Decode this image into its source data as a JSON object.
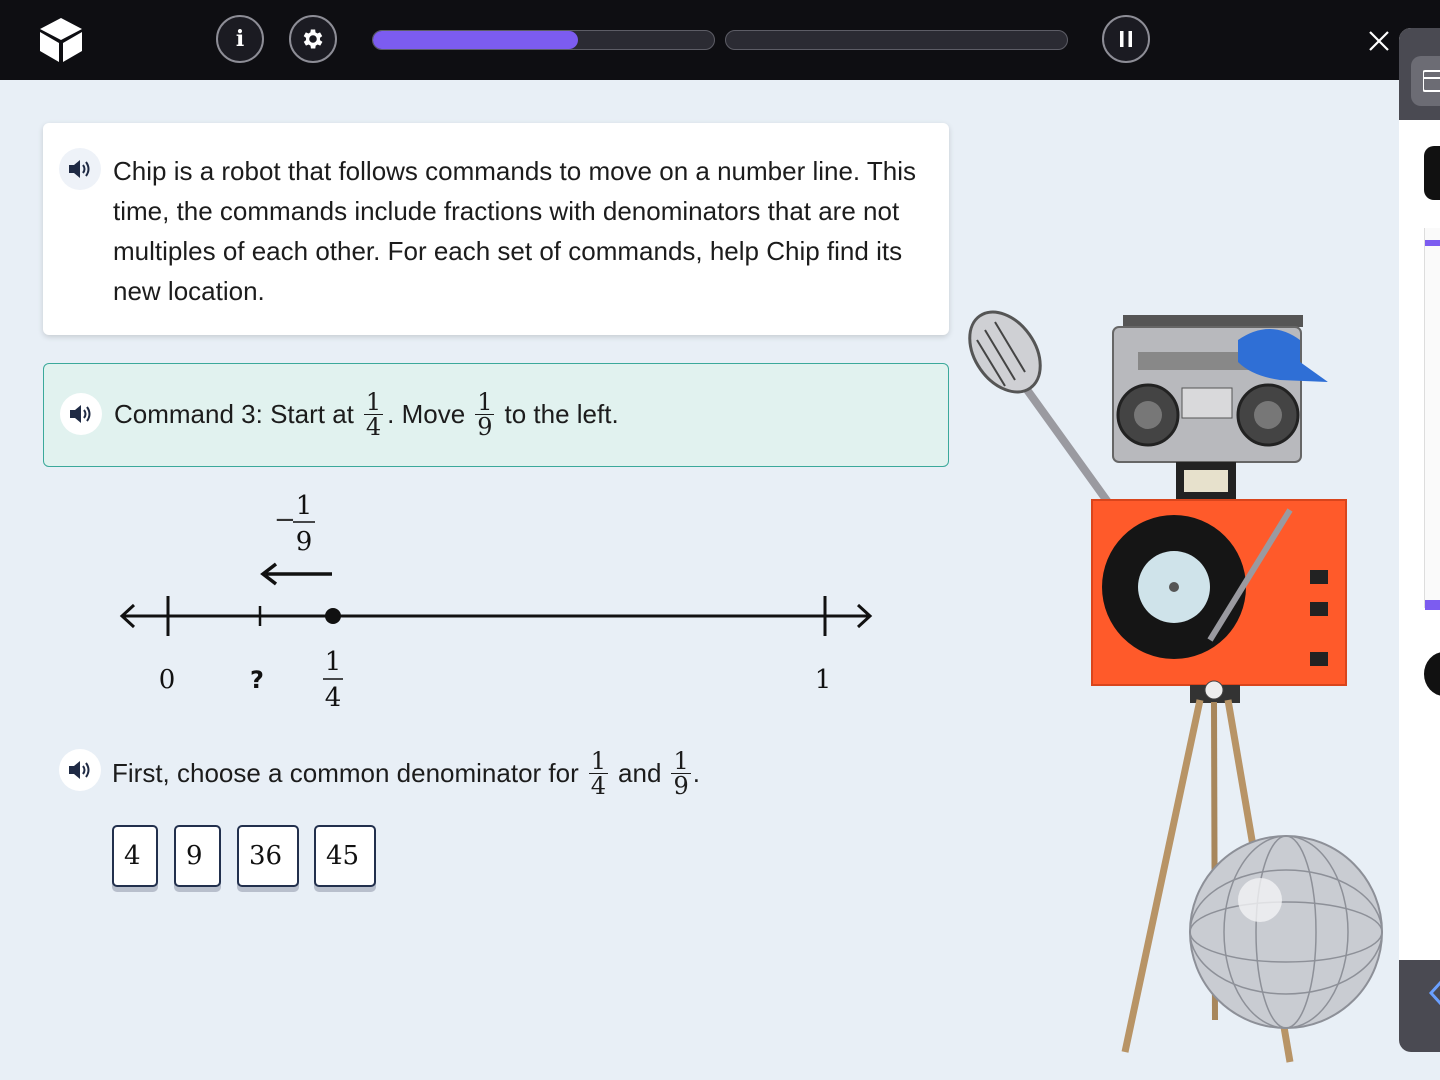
{
  "topbar": {
    "info_label": "i",
    "progress_1_fraction": 0.6,
    "progress_2_fraction": 0.0,
    "accent": "#7c5cf0"
  },
  "intro": {
    "text": "Chip is a robot that follows commands to move on a number line. This time, the commands include fractions with denominators that are not multiples of each other. For each set of commands, help Chip find its new location."
  },
  "command": {
    "prefix": "Command 3: Start at",
    "start_num": "1",
    "start_den": "4",
    "middle": ". Move",
    "move_num": "1",
    "move_den": "9",
    "suffix": "to the left."
  },
  "number_line": {
    "jump_sign": "−",
    "jump_num": "1",
    "jump_den": "9",
    "label_zero": "0",
    "label_unknown": "?",
    "label_quarter_num": "1",
    "label_quarter_den": "4",
    "label_one": "1",
    "points": [
      {
        "value": 0,
        "label": "0"
      },
      {
        "value": 0.1389,
        "label": "?"
      },
      {
        "value": 0.25,
        "label": "1/4",
        "marked": true
      },
      {
        "value": 1,
        "label": "1"
      }
    ]
  },
  "question": {
    "prefix": "First, choose a common denominator for",
    "a_num": "1",
    "a_den": "4",
    "and": "and",
    "b_num": "1",
    "b_den": "9",
    "end": "."
  },
  "choices": [
    "4",
    "9",
    "36",
    "45"
  ]
}
